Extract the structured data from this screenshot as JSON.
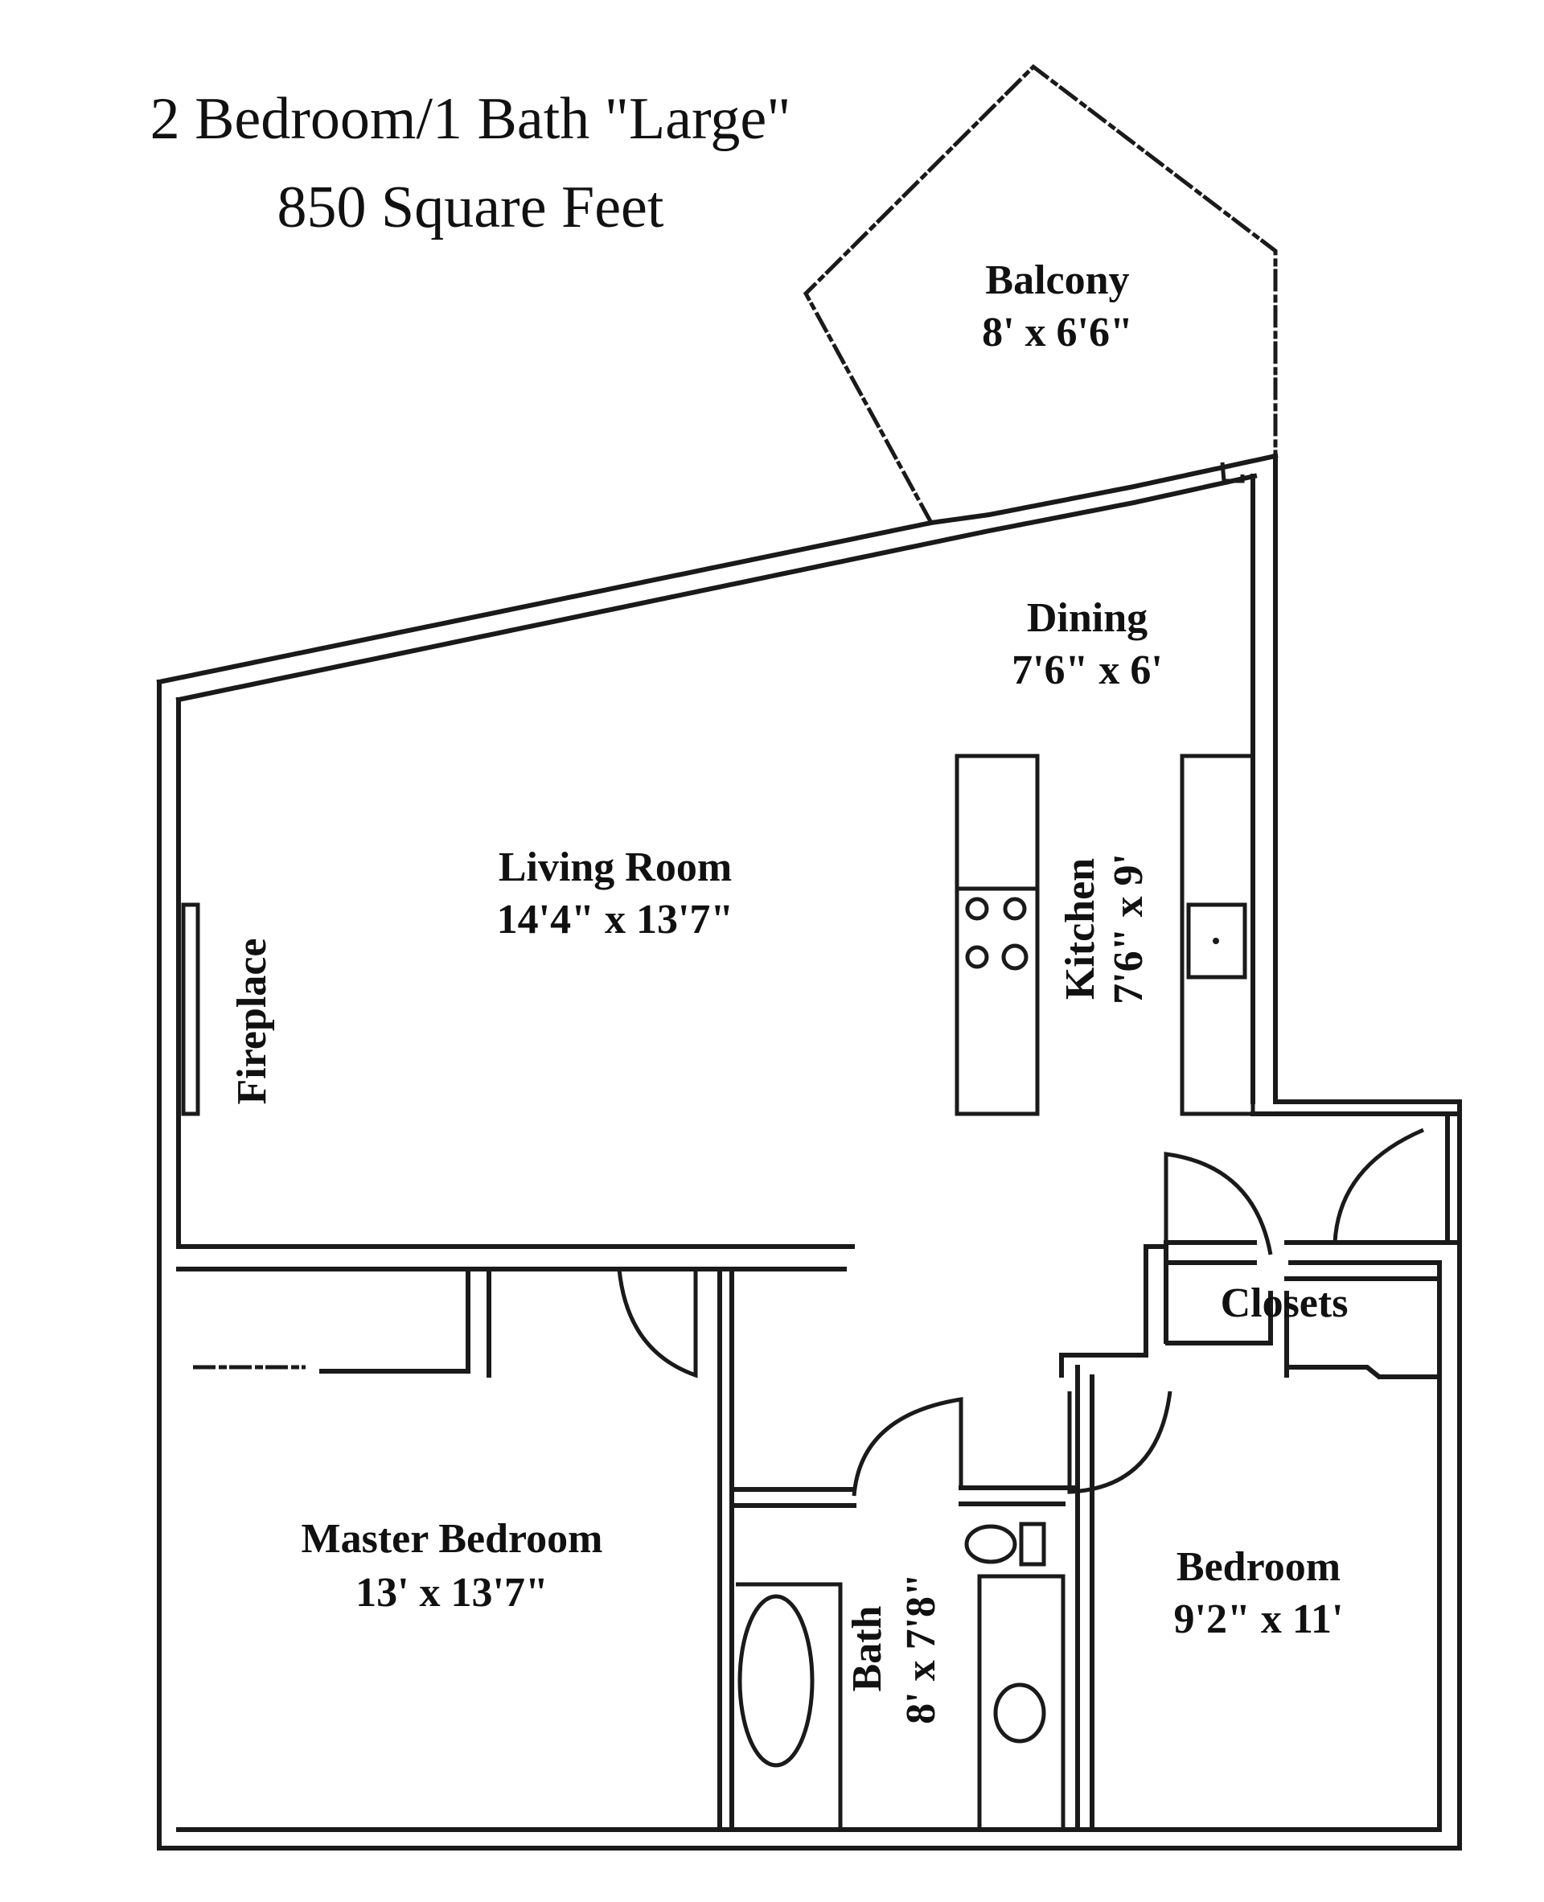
{
  "title": {
    "line1": "2 Bedroom/1 Bath \"Large\"",
    "line2": "850 Square Feet"
  },
  "rooms": {
    "balcony": {
      "name": "Balcony",
      "dimensions": "8' x 6'6\""
    },
    "dining": {
      "name": "Dining",
      "dimensions": "7'6\" x 6'"
    },
    "living_room": {
      "name": "Living Room",
      "dimensions": "14'4\" x 13'7\""
    },
    "kitchen": {
      "name": "Kitchen",
      "dimensions": "7'6\" x 9'"
    },
    "fireplace": {
      "name": "Fireplace"
    },
    "closets": {
      "name": "Closets"
    },
    "master_bedroom": {
      "name": "Master Bedroom",
      "dimensions": "13' x 13'7\""
    },
    "bath": {
      "name": "Bath",
      "dimensions": "8' x 7'8\""
    },
    "bedroom": {
      "name": "Bedroom",
      "dimensions": "9'2\" x 11'"
    }
  },
  "colors": {
    "line": "#1a1a1a",
    "background": "#ffffff"
  }
}
